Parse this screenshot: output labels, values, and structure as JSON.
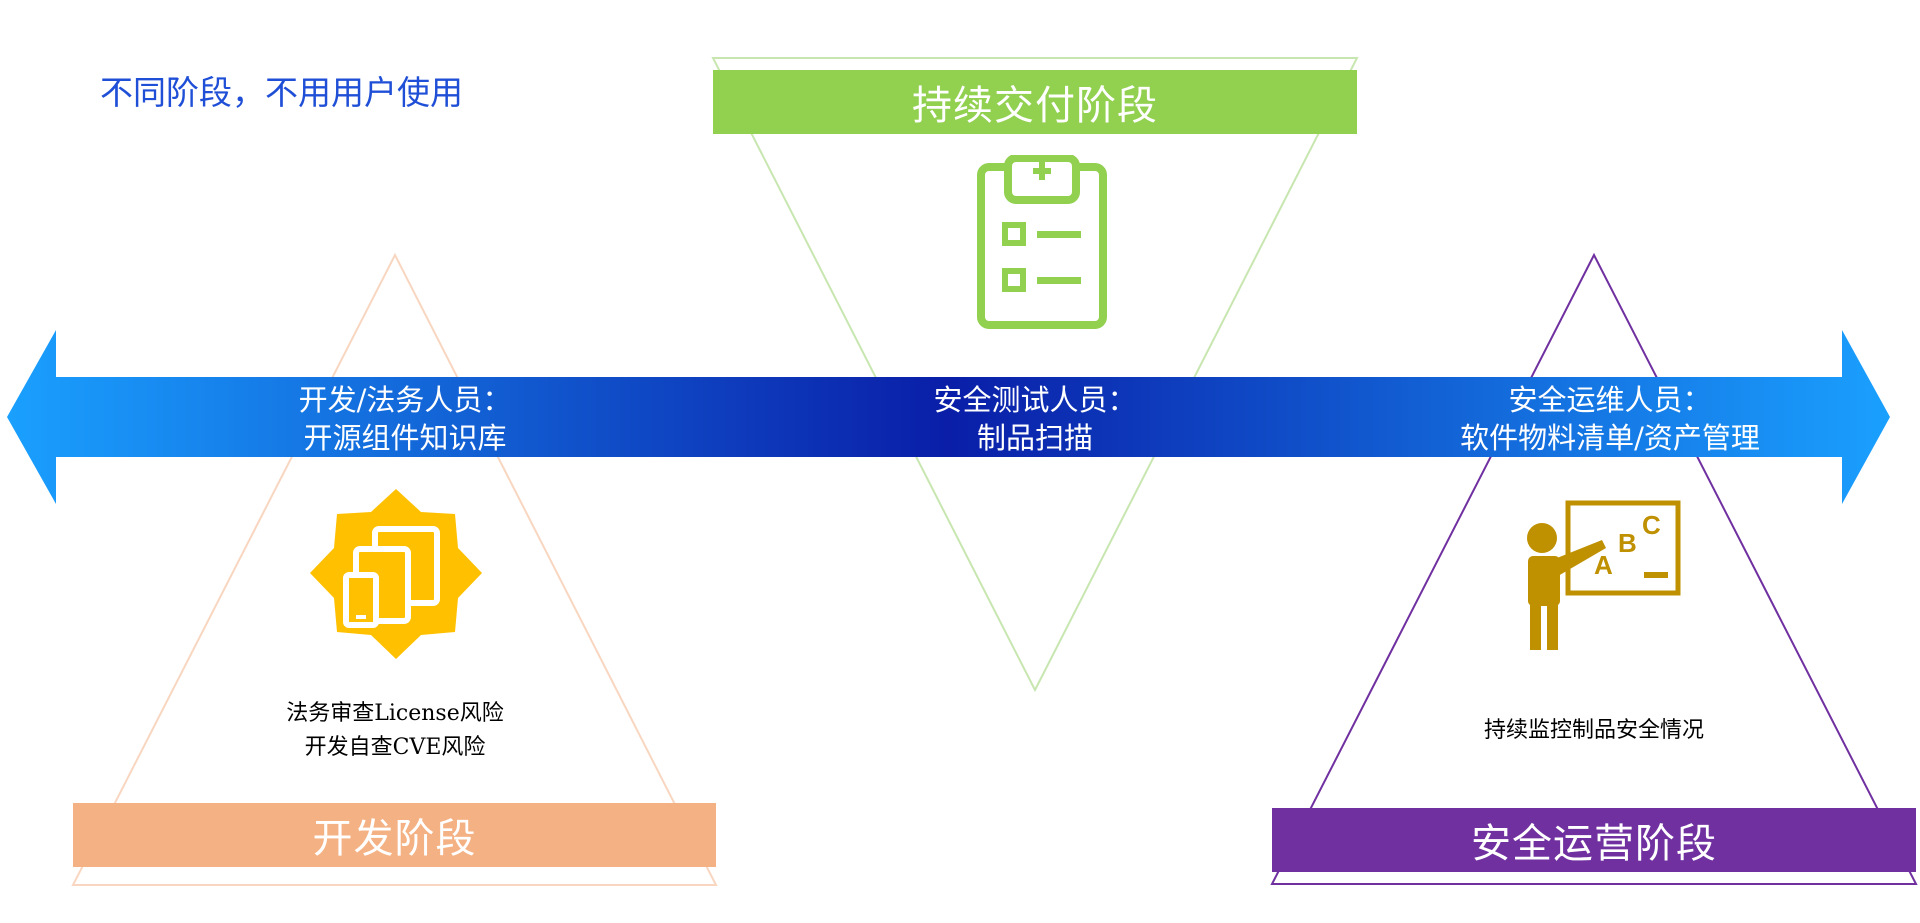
{
  "heading": "不同阶段，不用用户使用",
  "stages": {
    "delivery": {
      "title": "持续交付阶段",
      "role_line1": "安全测试人员：",
      "role_line2": "制品扫描"
    },
    "development": {
      "title": "开发阶段",
      "role_line1": "开发/法务人员：",
      "role_line2": "开源组件知识库",
      "note_line1": "法务审查License风险",
      "note_line2": "开发自查CVE风险"
    },
    "operations": {
      "title": "安全运营阶段",
      "role_line1": "安全运维人员：",
      "role_line2": "软件物料清单/资产管理",
      "note_line1": "持续监控制品安全情况"
    }
  },
  "icons": {
    "delivery": "clipboard-checklist-icon",
    "development": "devices-icon",
    "operations": "teacher-abc-board-icon"
  },
  "colors": {
    "heading": "#1f4fd6",
    "delivery": "#92d050",
    "development": "#f4b183",
    "operations": "#7030a0",
    "arrow_light": "#1aa0ff",
    "arrow_dark": "#0a1ea8",
    "development_icon": "#ffc000",
    "operations_icon": "#bf9000"
  }
}
